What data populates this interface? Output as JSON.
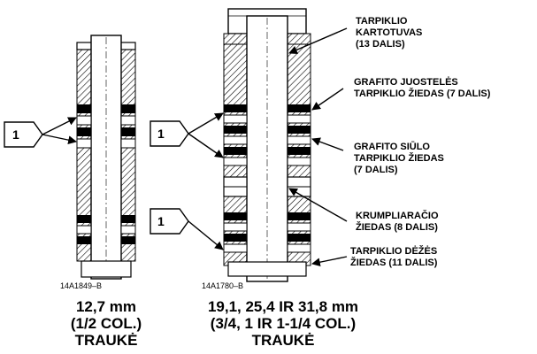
{
  "callouts": {
    "packing_follower": "TARPIKLIO\nKARTOTUVAS\n(13 DALIS)",
    "graphite_ribbon_ring": "GRAFITO JUOSTELĖS\nTARPIKLIO ŽIEDAS (7 DALIS)",
    "graphite_filament_ring": "GRAFITO SIŪLO\nTARPIKLIO ŽIEDAS\n(7 DALIS)",
    "lantern_ring": "KRUMPLIARAČIO\nŽIEDAS (8 DALIS)",
    "packing_box_ring": "TARPIKLIO DĖŽĖS\nŽIEDAS (11 DALIS)"
  },
  "figure_ids": {
    "small": "14A1849–B",
    "large": "14A1780–B"
  },
  "captions": {
    "small": "12,7 mm\n(1/2 COL.)\nTRAUKĖ",
    "large": "19,1, 25,4 IR 31,8 mm\n(3/4, 1 IR 1-1/4 COL.)\nTRAUKĖ"
  },
  "flags": {
    "small": "1",
    "large_top": "1",
    "large_bottom": "1"
  }
}
